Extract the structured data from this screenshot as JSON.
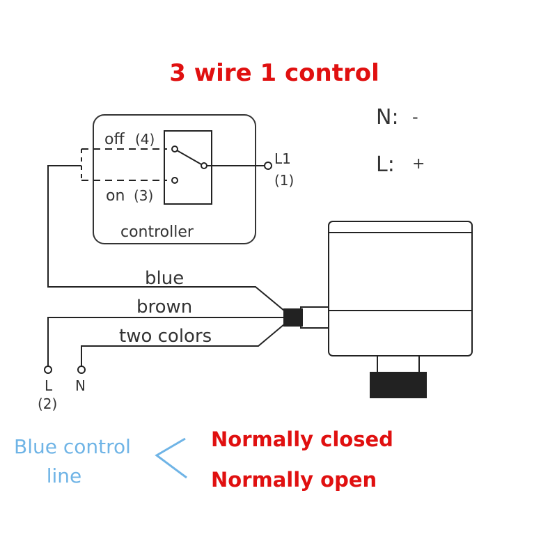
{
  "title": "3 wire 1 control",
  "legend": {
    "n_label": "N:",
    "n_sign": "-",
    "l_label": "L:",
    "l_sign": "+"
  },
  "controller": {
    "label": "controller",
    "off_label": "off",
    "off_num": "(4)",
    "on_label": "on",
    "on_num": "(3)",
    "l1_label": "L1",
    "l1_num": "(1)"
  },
  "wires": {
    "blue": "blue",
    "brown": "brown",
    "two_colors": "two colors"
  },
  "terminals": {
    "l_label": "L",
    "l_num": "(2)",
    "n_label": "N"
  },
  "note": {
    "line1": "Blue control",
    "line2": "line",
    "closed": "Normally closed",
    "open": "Normally open"
  },
  "colors": {
    "title_red": "#e01010",
    "note_blue": "#6fb4e6",
    "dark": "#222222"
  }
}
